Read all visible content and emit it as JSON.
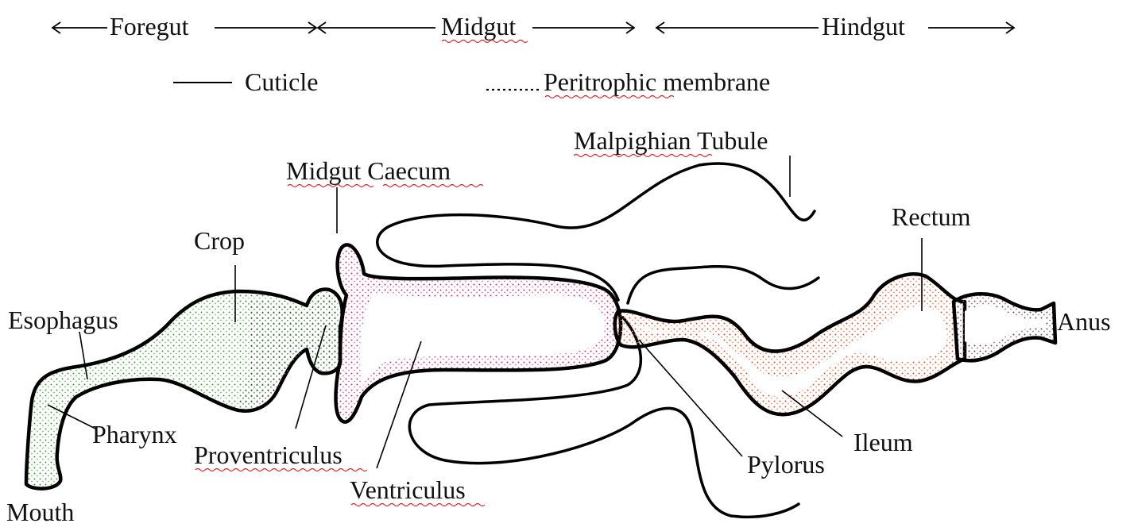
{
  "regions": {
    "foregut": "Foregut",
    "midgut": "Midgut",
    "hindgut": "Hindgut"
  },
  "legend": {
    "cuticle": "Cuticle",
    "peritrophic": "Peritrophic membrane"
  },
  "labels": {
    "malpighian": "Malpighian Tubule",
    "midgut_caecum": "Midgut Caecum",
    "crop": "Crop",
    "rectum": "Rectum",
    "esophagus": "Esophagus",
    "anus": "Anus",
    "pharynx": "Pharynx",
    "proventriculus": "Proventriculus",
    "ventriculus": "Ventriculus",
    "pylorus": "Pylorus",
    "ileum": "Ileum",
    "mouth": "Mouth"
  },
  "colors": {
    "foregut_stipple": "#3e9a3a",
    "midgut_stipple": "#d02a78",
    "hindgut_stipple": "#e2502a",
    "rectum_stipple": "#555555"
  }
}
